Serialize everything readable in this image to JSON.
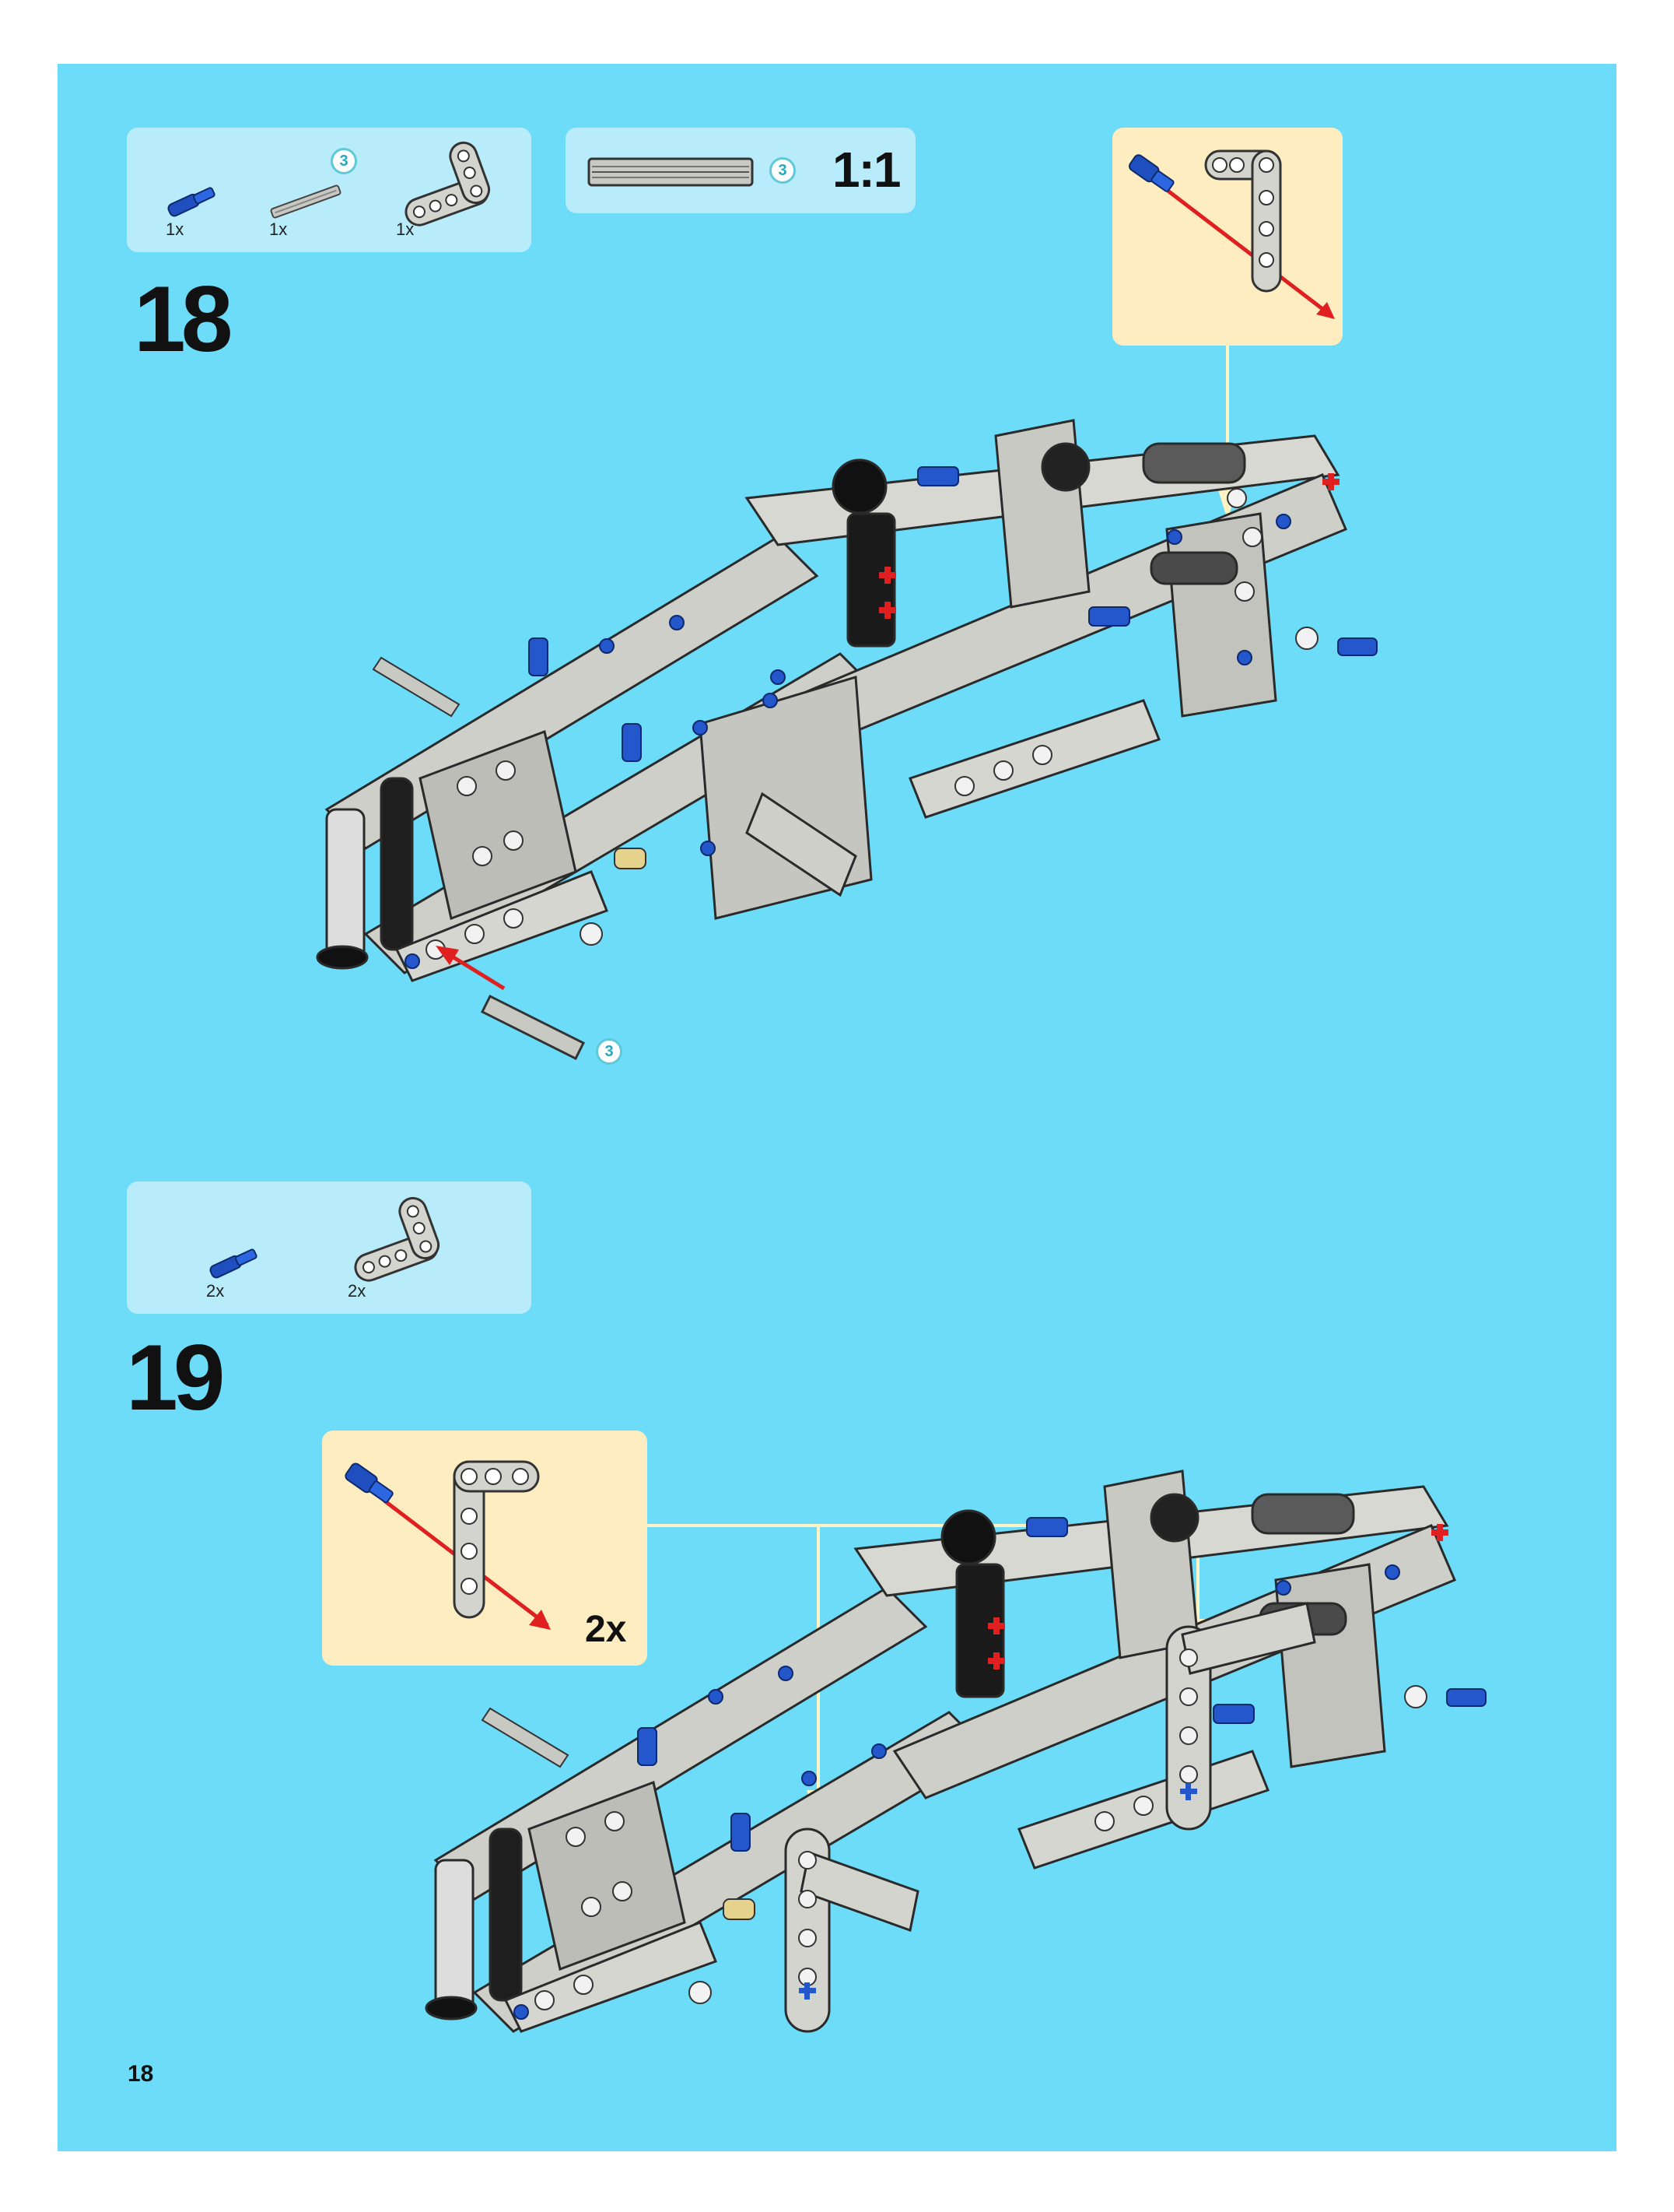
{
  "page_number": "18",
  "colors": {
    "page_background": "#6cdcf8",
    "parts_box": "#b9ecfa",
    "callout_box": "#fdedc0",
    "assembly_arrow": "#e02020",
    "pointer_line": "#fff3c4"
  },
  "steps": [
    {
      "number": "18",
      "parts": [
        {
          "icon": "blue-axle-pin-icon",
          "qty": "1x"
        },
        {
          "icon": "grey-axle-icon",
          "qty": "1x",
          "length": "3"
        },
        {
          "icon": "l-beam-icon",
          "qty": "1x"
        }
      ],
      "scale_reference": {
        "scale": "1:1",
        "length": "3"
      },
      "detail_badge": "3"
    },
    {
      "number": "19",
      "parts": [
        {
          "icon": "blue-axle-pin-icon",
          "qty": "2x"
        },
        {
          "icon": "l-beam-icon",
          "qty": "2x"
        }
      ],
      "callout_qty": "2x"
    }
  ]
}
